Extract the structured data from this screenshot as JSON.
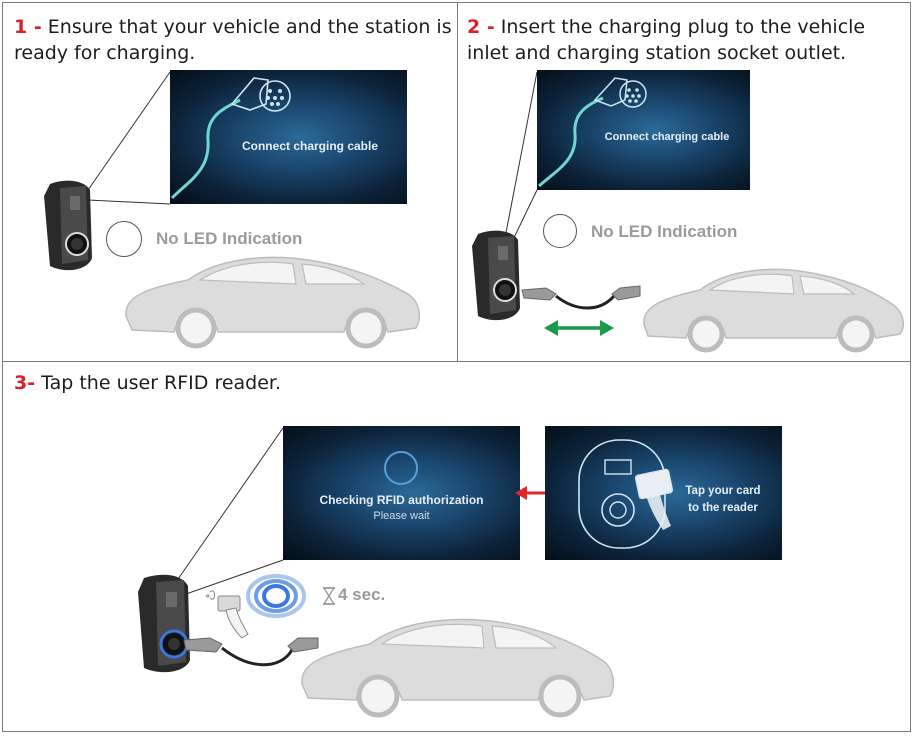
{
  "steps": [
    {
      "number": "1 -",
      "text_line1": " Ensure that your vehicle and the station is",
      "text_line2": "ready for charging.",
      "screen_text": "Connect charging cable",
      "led_label": "No LED Indication"
    },
    {
      "number": "2 -",
      "text_line1": " Insert the charging plug to the vehicle",
      "text_line2": "inlet and charging station socket outlet.",
      "screen_text": "Connect charging cable",
      "led_label": "No LED Indication"
    },
    {
      "number": "3-",
      "text_line1": " Tap the user RFID reader.",
      "screen_line1": "Checking RFID authorization",
      "screen_line2": "Please wait",
      "card_line1": "Tap your card",
      "card_line2": "to the reader",
      "timer": "4 sec."
    }
  ],
  "colors": {
    "step_number": "#d5232b",
    "arrow_green": "#1a9a4a",
    "arrow_red": "#e0262b",
    "cable_teal": "#6fd6d0",
    "led_ring_blue": "#3a78e0"
  },
  "icons": [
    "charger-wallbox-icon",
    "car-icon",
    "plug-icon",
    "rfid-card-icon",
    "hourglass-icon",
    "waves-icon"
  ]
}
